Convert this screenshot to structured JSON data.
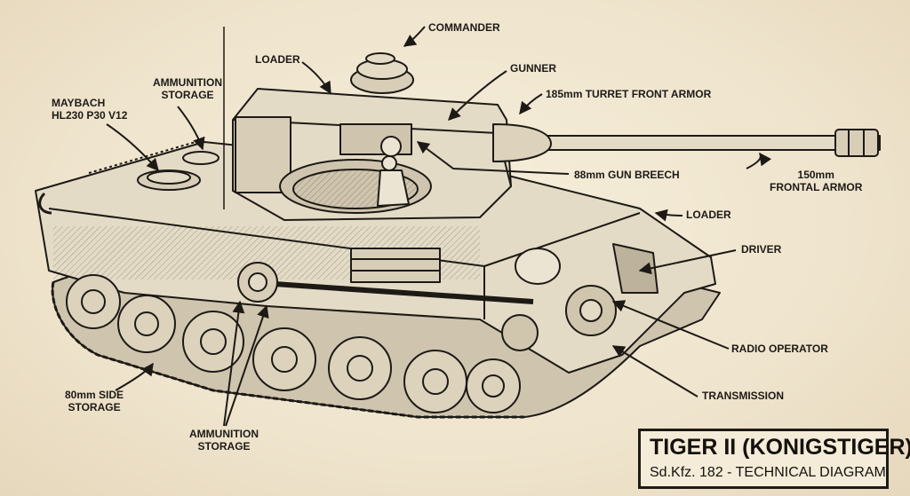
{
  "diagram": {
    "title": "TIGER II (KONIGSTIGER)",
    "subtitle": "Sd.Kfz. 182 - TECHNICAL DIAGRAM",
    "callouts": {
      "commander": "COMMANDER",
      "loader_turret": "LOADER",
      "gunner": "GUNNER",
      "turret_armor": "185mm TURRET FRONT ARMOR",
      "gun_breech": "88mm GUN BREECH",
      "frontal_armor": "150mm\nFRONTAL ARMOR",
      "loader_hull": "LOADER",
      "driver": "DRIVER",
      "radio_operator": "RADIO OPERATOR",
      "transmission": "TRANSMISSION",
      "engine": "MAYBACH\nHL230 P30 V12",
      "ammo_rear": "AMMUNITION\nSTORAGE",
      "side_storage": "80mm SIDE\nSTORAGE",
      "ammo_hull": "AMMUNITION\nSTORAGE"
    },
    "colors": {
      "ink": "#1d1a16",
      "paper": "#efe4cd",
      "metal": "#e4dbc6",
      "shade": "#b9ae98"
    }
  }
}
